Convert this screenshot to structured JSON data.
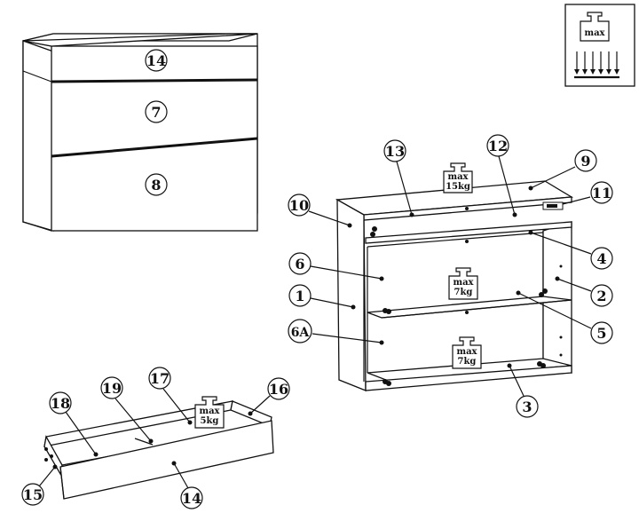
{
  "front_view": {
    "labels": [
      "14",
      "7",
      "8"
    ]
  },
  "cabinet": {
    "labels": [
      "13",
      "12",
      "9",
      "10",
      "11",
      "4",
      "6",
      "2",
      "1",
      "5",
      "6A",
      "3"
    ],
    "weights": [
      {
        "line1": "max",
        "line2": "15kg"
      },
      {
        "line1": "max",
        "line2": "7kg"
      },
      {
        "line1": "max",
        "line2": "7kg"
      }
    ]
  },
  "drawer": {
    "labels": [
      "18",
      "19",
      "17",
      "16",
      "15",
      "14"
    ],
    "weight": {
      "line1": "max",
      "line2": "5kg"
    }
  },
  "warning_box": {
    "weight_label": "max",
    "icon": "downward-arrows-load-icon"
  }
}
